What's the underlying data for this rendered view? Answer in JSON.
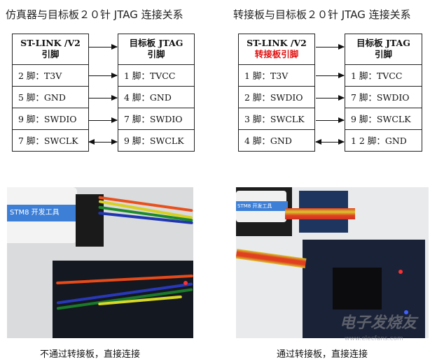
{
  "left_diagram": {
    "title": "仿真器与目标板２０针 JTAG 连接关系",
    "source_header": [
      "ST-LINK /V2",
      "引脚"
    ],
    "target_header": [
      "目标板 JTAG",
      "引脚"
    ],
    "source_pins": [
      "2 脚：T3V",
      "5 脚：GND",
      "9 脚：SWDIO",
      "7 脚：SWCLK"
    ],
    "target_pins": [
      "1 脚：TVCC",
      "4 脚：GND",
      "7 脚：SWDIO",
      "9 脚：SWCLK"
    ]
  },
  "right_diagram": {
    "title": "转接板与目标板２０针 JTAG 连接关系",
    "source_header": [
      "ST-LINK /V2",
      "转接板引脚"
    ],
    "target_header": [
      "目标板 JTAG",
      "引脚"
    ],
    "source_pins": [
      "1 脚：T3V",
      "2 脚：SWDIO",
      "3 脚：SWCLK",
      "4 脚：GND"
    ],
    "target_pins": [
      "1 脚：TVCC",
      "7 脚：SWDIO",
      "9 脚：SWCLK",
      "1 2 脚：GND"
    ]
  },
  "photos": {
    "left_device_label": "STM8  开发工具",
    "right_device_label": "STM8  开发工具"
  },
  "captions": {
    "left": "不通过转接板，直接连接",
    "right": "通过转接板，直接连接"
  },
  "watermark": {
    "text": "电子发烧友",
    "url": "www.elecfans.com"
  },
  "colors": {
    "header_red": "#e01010"
  }
}
